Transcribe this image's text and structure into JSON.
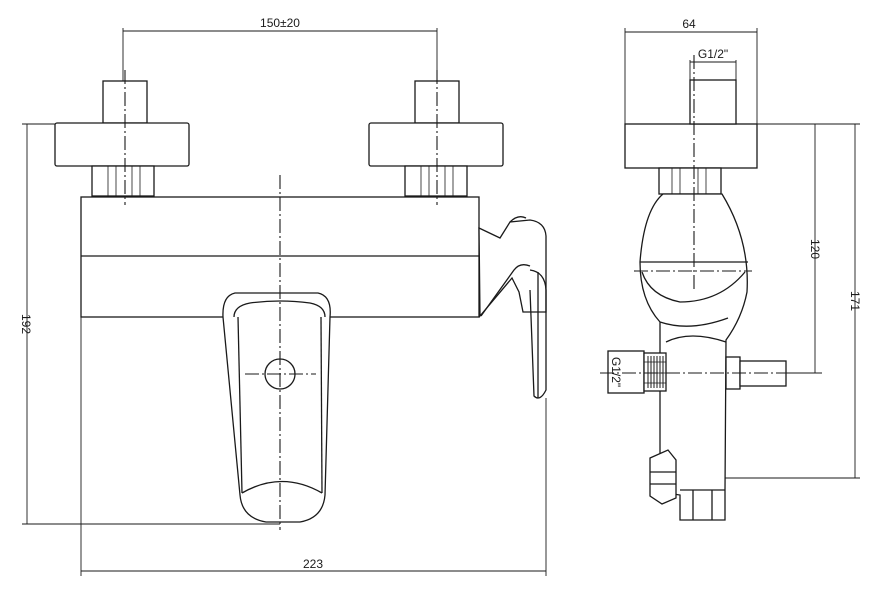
{
  "dimensions": {
    "handle_spacing": "150±20",
    "total_height": "192",
    "total_width": "223",
    "side_width": "64",
    "top_thread": "G1/2\"",
    "side_thread": "G1/2\"",
    "outlet_height": "120",
    "overall_side_height": "171"
  }
}
